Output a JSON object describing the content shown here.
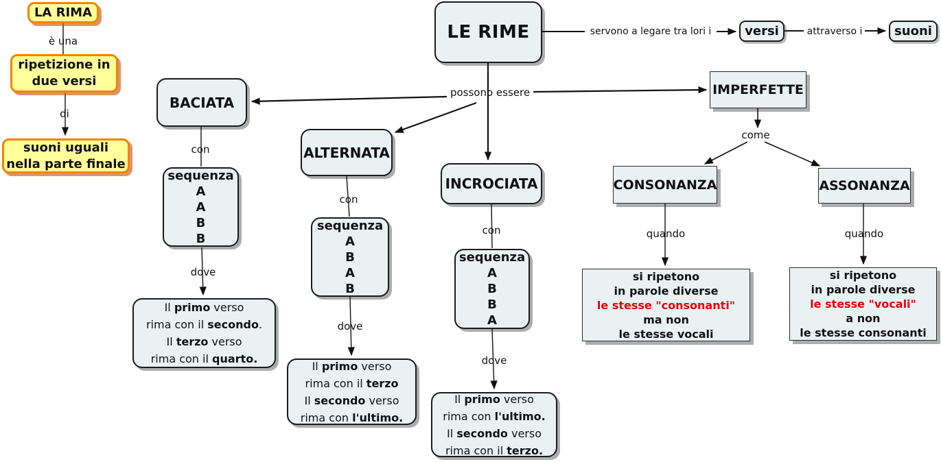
{
  "colors": {
    "node_fill": "#e9f1f3",
    "node_border": "#1a1a1a",
    "yellow_fill": "#ffff99",
    "orange_border": "#ee8500",
    "red_text": "#e60000",
    "background": "#ffffff"
  },
  "rima_branch": {
    "title": "LA RIMA",
    "link_e_una": "è una",
    "ripetizione": [
      [
        {
          "t": "ripetizione in",
          "b": 1
        }
      ],
      [
        {
          "t": "due versi",
          "b": 1
        }
      ]
    ],
    "link_di": "di",
    "suoni_uguali": [
      [
        {
          "t": "suoni uguali",
          "b": 1
        }
      ],
      [
        {
          "t": "nella parte finale",
          "b": 1
        }
      ]
    ]
  },
  "root": {
    "title": "LE RIME",
    "link_servono": "servono a legare tra lori i",
    "versi": "versi",
    "link_attraverso": "attraverso i",
    "suoni": "suoni",
    "link_possono": "possono essere"
  },
  "baciata": {
    "label": "BACIATA",
    "link_con": "con",
    "sequenza": [
      [
        {
          "t": "sequenza",
          "b": 1
        }
      ],
      [
        {
          "t": "A",
          "b": 1
        }
      ],
      [
        {
          "t": "A",
          "b": 1
        }
      ],
      [
        {
          "t": "B",
          "b": 1
        }
      ],
      [
        {
          "t": "B",
          "b": 1
        }
      ]
    ],
    "link_dove": "dove",
    "detail": [
      [
        {
          "t": "Il "
        },
        {
          "t": "primo",
          "b": 1
        },
        {
          "t": " verso"
        }
      ],
      [
        {
          "t": "rima con il "
        },
        {
          "t": "secondo",
          "b": 1
        },
        {
          "t": "."
        }
      ],
      [
        {
          "t": "Il "
        },
        {
          "t": "terzo",
          "b": 1
        },
        {
          "t": " verso"
        }
      ],
      [
        {
          "t": "rima con il "
        },
        {
          "t": "quarto.",
          "b": 1
        }
      ]
    ]
  },
  "alternata": {
    "label": "ALTERNATA",
    "link_con": "con",
    "sequenza": [
      [
        {
          "t": "sequenza",
          "b": 1
        }
      ],
      [
        {
          "t": "A",
          "b": 1
        }
      ],
      [
        {
          "t": "B",
          "b": 1
        }
      ],
      [
        {
          "t": "A",
          "b": 1
        }
      ],
      [
        {
          "t": "B",
          "b": 1
        }
      ]
    ],
    "link_dove": "dove",
    "detail": [
      [
        {
          "t": "Il "
        },
        {
          "t": "primo",
          "b": 1
        },
        {
          "t": " verso"
        }
      ],
      [
        {
          "t": "rima con il "
        },
        {
          "t": "terzo",
          "b": 1
        }
      ],
      [
        {
          "t": "Il "
        },
        {
          "t": "secondo",
          "b": 1
        },
        {
          "t": " verso"
        }
      ],
      [
        {
          "t": "rima con "
        },
        {
          "t": "l'ultimo.",
          "b": 1
        }
      ]
    ]
  },
  "incrociata": {
    "label": "INCROCIATA",
    "link_con": "con",
    "sequenza": [
      [
        {
          "t": "sequenza",
          "b": 1
        }
      ],
      [
        {
          "t": "A",
          "b": 1
        }
      ],
      [
        {
          "t": "B",
          "b": 1
        }
      ],
      [
        {
          "t": "B",
          "b": 1
        }
      ],
      [
        {
          "t": "A",
          "b": 1
        }
      ]
    ],
    "link_dove": "dove",
    "detail": [
      [
        {
          "t": "Il "
        },
        {
          "t": "primo",
          "b": 1
        },
        {
          "t": " verso"
        }
      ],
      [
        {
          "t": "rima con "
        },
        {
          "t": "l'ultimo.",
          "b": 1
        }
      ],
      [
        {
          "t": "Il "
        },
        {
          "t": "secondo",
          "b": 1
        },
        {
          "t": " verso"
        }
      ],
      [
        {
          "t": "rima con il "
        },
        {
          "t": "terzo.",
          "b": 1
        }
      ]
    ]
  },
  "imperfette": {
    "label": "IMPERFETTE",
    "link_come": "come",
    "consonanza": {
      "label": "CONSONANZA",
      "link_quando": "quando",
      "detail": [
        [
          {
            "t": "si ripetono",
            "b": 1
          }
        ],
        [
          {
            "t": "in parole diverse",
            "b": 1
          }
        ],
        [
          {
            "t": "le stesse \"consonanti\"",
            "b": 1,
            "red": 1
          }
        ],
        [
          {
            "t": "ma non",
            "b": 1
          }
        ],
        [
          {
            "t": "le stesse vocali",
            "b": 1
          }
        ]
      ]
    },
    "assonanza": {
      "label": "ASSONANZA",
      "link_quando": "quando",
      "detail": [
        [
          {
            "t": "si ripetono",
            "b": 1
          }
        ],
        [
          {
            "t": "in parole diverse",
            "b": 1
          }
        ],
        [
          {
            "t": "le stesse \"vocali\"",
            "b": 1,
            "red": 1
          }
        ],
        [
          {
            "t": "a non",
            "b": 1
          }
        ],
        [
          {
            "t": "le stesse consonanti",
            "b": 1
          }
        ]
      ]
    }
  }
}
